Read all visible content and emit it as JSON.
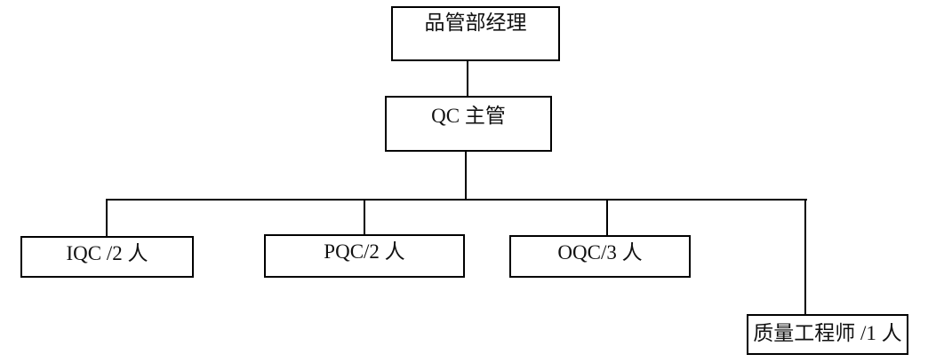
{
  "diagram": {
    "type": "org_chart",
    "colors": {
      "background": "#ffffff",
      "box_border": "#000000",
      "line": "#000000",
      "text": "#111111"
    },
    "nodes": {
      "manager": {
        "label": "品管部经理"
      },
      "qc_supervisor": {
        "label": "QC 主管"
      },
      "iqc": {
        "label": "IQC /2 人"
      },
      "pqc": {
        "label": "PQC/2 人"
      },
      "oqc": {
        "label": "OQC/3 人"
      },
      "quality_engineer": {
        "label": "质量工程师 /1 人"
      }
    },
    "hierarchy": [
      {
        "from": "manager",
        "to": "qc_supervisor"
      },
      {
        "from": "qc_supervisor",
        "to": "iqc"
      },
      {
        "from": "qc_supervisor",
        "to": "pqc"
      },
      {
        "from": "qc_supervisor",
        "to": "oqc"
      },
      {
        "from": "qc_supervisor",
        "to": "quality_engineer"
      }
    ]
  }
}
